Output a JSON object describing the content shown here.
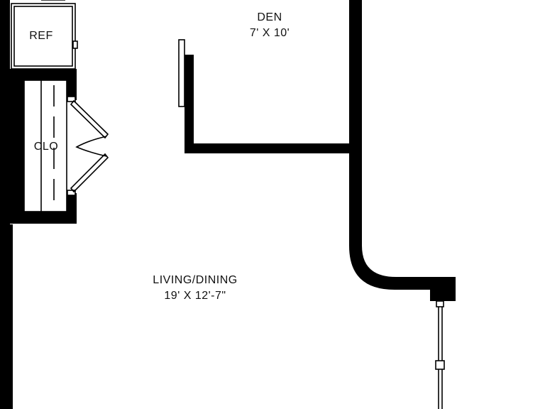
{
  "rooms": {
    "den": {
      "name": "DEN",
      "size": "7' X 10'"
    },
    "living": {
      "name": "LIVING/DINING",
      "size": "19' X 12'-7\""
    },
    "ref": {
      "name": "REF"
    },
    "closet": {
      "name": "CLO"
    }
  },
  "colors": {
    "wall": "#000000",
    "background": "#ffffff"
  }
}
